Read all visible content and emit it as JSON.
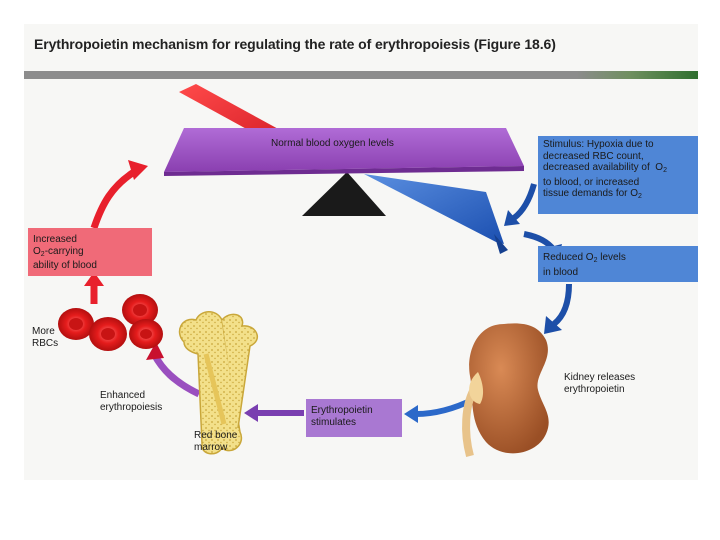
{
  "title": "Erythropoietin mechanism for regulating the rate of erythropoiesis (Figure 18.6)",
  "balance_label": "Normal blood oxygen levels",
  "stimulus": {
    "line1": "Stimulus: Hypoxia due to",
    "line2": "decreased RBC count,",
    "line3": "decreased availability of",
    "o2_a": "O",
    "line4": "to blood, or increased",
    "line5a": "tissue demands for O",
    "sub2": "2"
  },
  "reduced": {
    "line1a": "Reduced O",
    "line1b": " levels",
    "line2": "in blood",
    "sub2": "2"
  },
  "kidney": {
    "line1": "Kidney releases",
    "line2": "erythropoietin"
  },
  "epo_stimulates": {
    "line1": "Erythropoietin",
    "line2": "stimulates"
  },
  "marrow": {
    "line1": "Red bone",
    "line2": "marrow"
  },
  "enhanced": {
    "line1": "Enhanced",
    "line2": "erythropoiesis"
  },
  "more_rbcs": {
    "line1": "More",
    "line2": "RBCs"
  },
  "increased": {
    "line1": "Increased",
    "line2a": "O",
    "line2b": "-carrying",
    "line3": "ability of blood",
    "sub2": "2"
  },
  "colors": {
    "red": "#e8202c",
    "pink_box": "#f06a78",
    "purple": "#9a4fbf",
    "blue": "#2c69c9",
    "blue_box": "#4f86d6",
    "dark_blue": "#1d4fa8",
    "bone": "#f3e08a",
    "kidney": "#b86a3a"
  }
}
